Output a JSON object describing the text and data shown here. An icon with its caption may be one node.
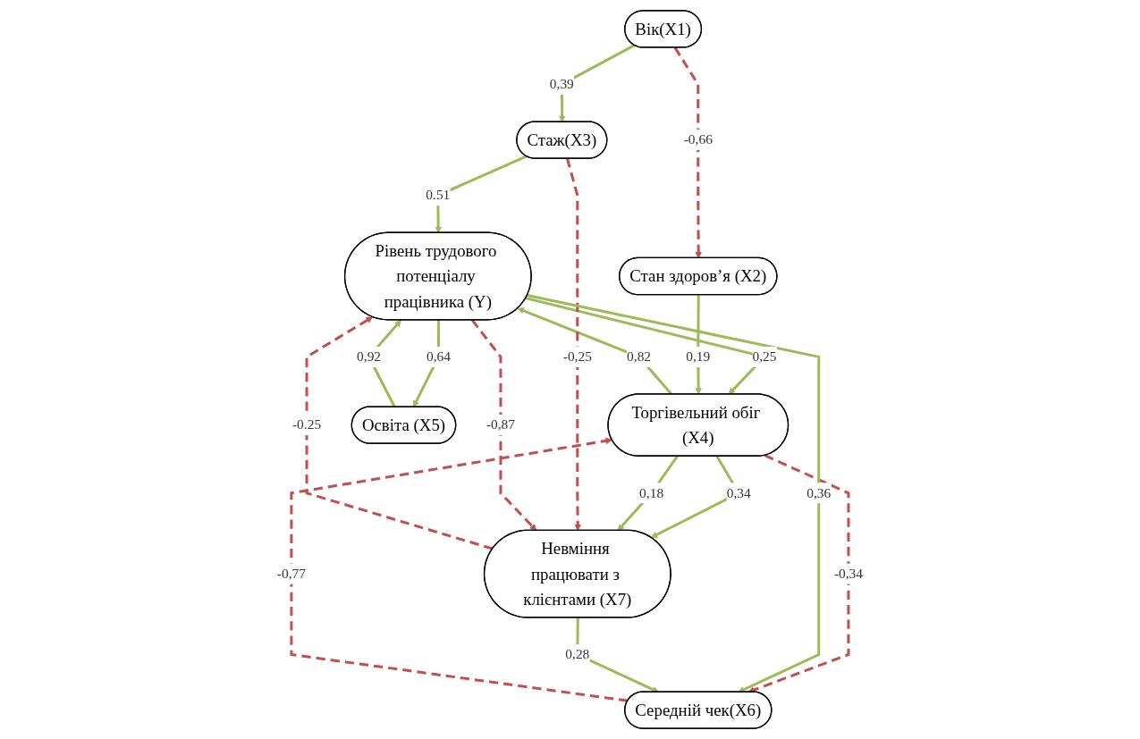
{
  "diagram": {
    "nodes": [
      {
        "text": [
          "Вік(X1)"
        ]
      },
      {
        "text": [
          "Торгівельний обіг (X4)"
        ]
      },
      {
        "text": [
          "Стаж(X3)"
        ]
      },
      {
        "text": [
          "Рівень трудового потенціалу працівника (Y)"
        ]
      },
      {
        "text": [
          "Стан здоров’я (X2)"
        ]
      },
      {
        "text": [
          "Освіта (X5)"
        ]
      },
      {
        "text": [
          "Середній чек(X6)"
        ]
      },
      {
        "text": [
          "Невміння працювати з клієнтами (X7)"
        ]
      }
    ],
    "edges": [
      {
        "from": 0,
        "to": 2,
        "arrow": "to",
        "label": "0,39"
      },
      {
        "from": 0,
        "to": 4,
        "arrow": "to",
        "label": "-0,66",
        "style": "dashed",
        "color": "#c0504d"
      },
      {
        "from": 3,
        "to": 1,
        "arrow": "to",
        "label": "0,25"
      },
      {
        "from": 1,
        "to": 3,
        "arrow": "to",
        "label": "0,82"
      },
      {
        "from": 1,
        "to": 7,
        "arrow": "to",
        "label": "0,34"
      },
      {
        "from": 1,
        "to": 7,
        "arrow": "to",
        "label": "0,18"
      },
      {
        "from": 1,
        "to": 6,
        "arrow": "to",
        "label": "-0,34",
        "style": "dashed",
        "color": "#c0504d"
      },
      {
        "from": 6,
        "to": 1,
        "arrow": "to",
        "label": "-0,77",
        "style": "dashed",
        "color": "#c0504d"
      },
      {
        "from": 4,
        "to": 1,
        "arrow": "to",
        "label": "0,19"
      },
      {
        "from": 2,
        "to": 3,
        "arrow": "to",
        "label": "0.51"
      },
      {
        "from": 2,
        "to": 7,
        "arrow": "to",
        "label": "-0,25",
        "style": "dashed",
        "color": "#c0504d"
      },
      {
        "from": 3,
        "to": 5,
        "arrow": "to",
        "label": "0,64"
      },
      {
        "from": 5,
        "to": 3,
        "arrow": "to",
        "label": "0,92"
      },
      {
        "from": 3,
        "to": 7,
        "arrow": "to",
        "label": "-0,87",
        "style": "dashed",
        "color": "#c0504d"
      },
      {
        "from": 7,
        "to": 3,
        "arrow": "to",
        "label": "-0.25",
        "style": "dashed",
        "color": "#c0504d"
      },
      {
        "from": 3,
        "to": 6,
        "arrow": "to",
        "label": "0,36"
      },
      {
        "from": 7,
        "to": 6,
        "arrow": "to",
        "label": "0,28"
      }
    ]
  }
}
